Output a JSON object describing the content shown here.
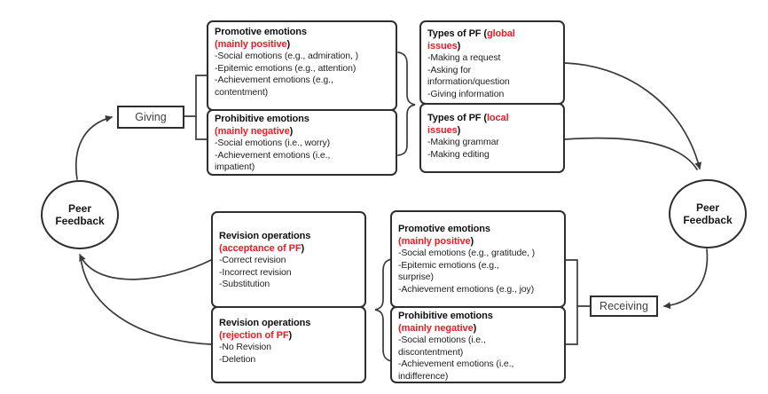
{
  "colors": {
    "accent_red": "#ed1c24",
    "line": "#3a3a3a",
    "border": "#2e2e2e"
  },
  "nodes": {
    "left_circle": {
      "line1": "Peer",
      "line2": "Feedback"
    },
    "right_circle": {
      "line1": "Peer",
      "line2": "Feedback"
    },
    "giving": {
      "label": "Giving"
    },
    "receiving": {
      "label": "Receiving"
    }
  },
  "boxes": {
    "giving_promotive": {
      "title": "Promotive emotions",
      "sub_red": "(mainly positive",
      "sub_close": ")",
      "lines": [
        "-Social emotions (e.g., admiration, )",
        "-Epitemic emotions (e.g., attention)",
        "-Achievement emotions (e.g.,",
        "contentment)"
      ]
    },
    "giving_prohibitive": {
      "title": "Prohibitive emotions",
      "sub_red": "(mainly negative",
      "sub_close": ")",
      "lines": [
        "-Social emotions (i.e., worry)",
        "-Achievement emotions (i.e.,",
        "impatient)"
      ]
    },
    "pf_global": {
      "title_black": "Types of PF (",
      "title_red1": "global",
      "title_red2": "issues",
      "title_close": ")",
      "lines": [
        "-Making a request",
        "-Asking for",
        "information/question",
        "-Giving information"
      ]
    },
    "pf_local": {
      "title_black": "Types of PF (",
      "title_red1": "local",
      "title_red2": "issues",
      "title_close": ")",
      "lines": [
        "-Making grammar",
        "-Making editing"
      ]
    },
    "rev_acceptance": {
      "title": "Revision operations",
      "sub_red": "(acceptance of PF",
      "sub_close": ")",
      "lines": [
        "-Correct revision",
        "-Incorrect revision",
        "-Substitution"
      ]
    },
    "rev_rejection": {
      "title": "Revision operations",
      "sub_red": "(rejection of PF",
      "sub_close": ")",
      "lines": [
        "-No Revision",
        "-Deletion"
      ]
    },
    "recv_promotive": {
      "title": "Promotive emotions",
      "sub_red": "(mainly positive",
      "sub_close": ")",
      "lines": [
        "-Social emotions (e.g., gratitude, )",
        "-Epitemic emotions (e.g.,",
        "surprise)",
        "-Achievement emotions (e.g., joy)"
      ]
    },
    "recv_prohibitive": {
      "title": "Prohibitive emotions",
      "sub_red": "(mainly negative",
      "sub_close": ")",
      "lines": [
        "-Social emotions (i.e.,",
        "discontentment)",
        "-Achievement emotions (i.e.,",
        "indifference)"
      ]
    }
  }
}
